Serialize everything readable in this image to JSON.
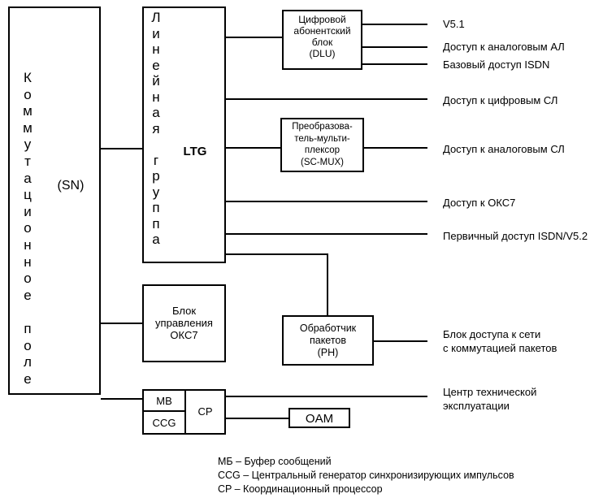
{
  "sn": {
    "vertical": "Коммутационное поле",
    "abbr": "(SN)"
  },
  "ltg": {
    "vertical": "Линейная группа",
    "abbr": "LTG"
  },
  "dlu": {
    "line1": "Цифровой",
    "line2": "абонентский",
    "line3": "блок",
    "line4": "(DLU)"
  },
  "scmux": {
    "line1": "Преобразова-",
    "line2": "тель-мульти-",
    "line3": "плексор",
    "line4": "(SC-MUX)"
  },
  "okc7_block": {
    "line1": "Блок",
    "line2": "управления",
    "line3": "ОКС7"
  },
  "ph": {
    "line1": "Обработчик",
    "line2": "пакетов",
    "line3": "(PH)"
  },
  "mb": "MB",
  "ccg": "CCG",
  "cp": "CP",
  "oam": "OAM",
  "outputs": {
    "v51": "V5.1",
    "analog_al": "Доступ к аналоговым АЛ",
    "isdn_basic": "Базовый доступ ISDN",
    "digital_sl": "Доступ к цифровым СЛ",
    "analog_sl": "Доступ к аналоговым СЛ",
    "okc7": "Доступ к ОКС7",
    "isdn_primary": "Первичный доступ ISDN/V5.2",
    "packet_1": "Блок доступа к сети",
    "packet_2": "с коммутацией пакетов",
    "tech_1": "Центр технической",
    "tech_2": "эксплуатации"
  },
  "legend": {
    "mb": "МБ – Буфер сообщений",
    "ccg": "CCG – Центральный генератор  синхронизирующих импульсов",
    "cp": "CP – Координационный процессор"
  }
}
